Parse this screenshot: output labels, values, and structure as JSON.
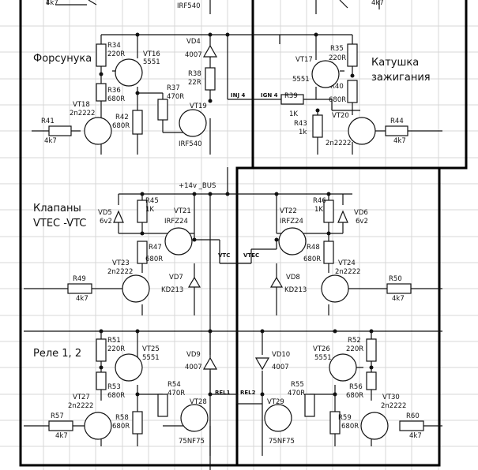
{
  "sections": {
    "injector": "Форсунука",
    "coil_line1": "Катушка",
    "coil_line2": "зажигания",
    "valves_line1": "Клапаны",
    "valves_line2": "VTEC -VTC",
    "relays": "Реле 1, 2"
  },
  "nets": {
    "bus": "+14v _BUS",
    "inj": "INJ 4",
    "ign": "IGN 4",
    "vtc": "VTC",
    "vtec": "VTEC",
    "rel1": "REL1",
    "rel2": "REL2"
  },
  "top_partial": {
    "left_value": "4k7",
    "center_value": "IRF540",
    "right_value": "4k7"
  },
  "resistors": [
    {
      "ref": "R34",
      "val": "220R"
    },
    {
      "ref": "R36",
      "val": "680R"
    },
    {
      "ref": "R37",
      "val": "470R"
    },
    {
      "ref": "R38",
      "val": "22R"
    },
    {
      "ref": "R41",
      "val": "4k7"
    },
    {
      "ref": "R42",
      "val": "680R"
    },
    {
      "ref": "R35",
      "val": "220R"
    },
    {
      "ref": "R39",
      "val": "1K"
    },
    {
      "ref": "R40",
      "val": "680R"
    },
    {
      "ref": "R43",
      "val": "1k"
    },
    {
      "ref": "R44",
      "val": "4k7"
    },
    {
      "ref": "R45",
      "val": "1K"
    },
    {
      "ref": "R46",
      "val": "1K"
    },
    {
      "ref": "R47",
      "val": "680R"
    },
    {
      "ref": "R48",
      "val": "680R"
    },
    {
      "ref": "R49",
      "val": "4k7"
    },
    {
      "ref": "R50",
      "val": "4k7"
    },
    {
      "ref": "R51",
      "val": "220R"
    },
    {
      "ref": "R52",
      "val": "220R"
    },
    {
      "ref": "R53",
      "val": "680R"
    },
    {
      "ref": "R54",
      "val": "470R"
    },
    {
      "ref": "R55",
      "val": "470R"
    },
    {
      "ref": "R56",
      "val": "680R"
    },
    {
      "ref": "R57",
      "val": "4k7"
    },
    {
      "ref": "R58",
      "val": "680R"
    },
    {
      "ref": "R59",
      "val": "680R"
    },
    {
      "ref": "R60",
      "val": "4k7"
    }
  ],
  "transistors": [
    {
      "ref": "VT16",
      "val": "5551"
    },
    {
      "ref": "VT17",
      "val": "5551"
    },
    {
      "ref": "VT18",
      "val": "2n2222"
    },
    {
      "ref": "VT19",
      "val": "IRF540"
    },
    {
      "ref": "VT20",
      "val": "2n2222"
    },
    {
      "ref": "VT21",
      "val": "IRFZ24"
    },
    {
      "ref": "VT22",
      "val": "IRFZ24"
    },
    {
      "ref": "VT23",
      "val": "2n2222"
    },
    {
      "ref": "VT24",
      "val": "2n2222"
    },
    {
      "ref": "VT25",
      "val": "5551"
    },
    {
      "ref": "VT26",
      "val": "5551"
    },
    {
      "ref": "VT27",
      "val": "2n2222"
    },
    {
      "ref": "VT28",
      "val": "75NF75"
    },
    {
      "ref": "VT29",
      "val": "75NF75"
    },
    {
      "ref": "VT30",
      "val": "2n2222"
    }
  ],
  "diodes": [
    {
      "ref": "VD4",
      "val": "4007"
    },
    {
      "ref": "VD5",
      "val": "6v2"
    },
    {
      "ref": "VD6",
      "val": "6v2"
    },
    {
      "ref": "VD7",
      "val": "KD213"
    },
    {
      "ref": "VD8",
      "val": "KD213"
    },
    {
      "ref": "VD9",
      "val": "4007"
    },
    {
      "ref": "VD10",
      "val": "4007"
    }
  ]
}
